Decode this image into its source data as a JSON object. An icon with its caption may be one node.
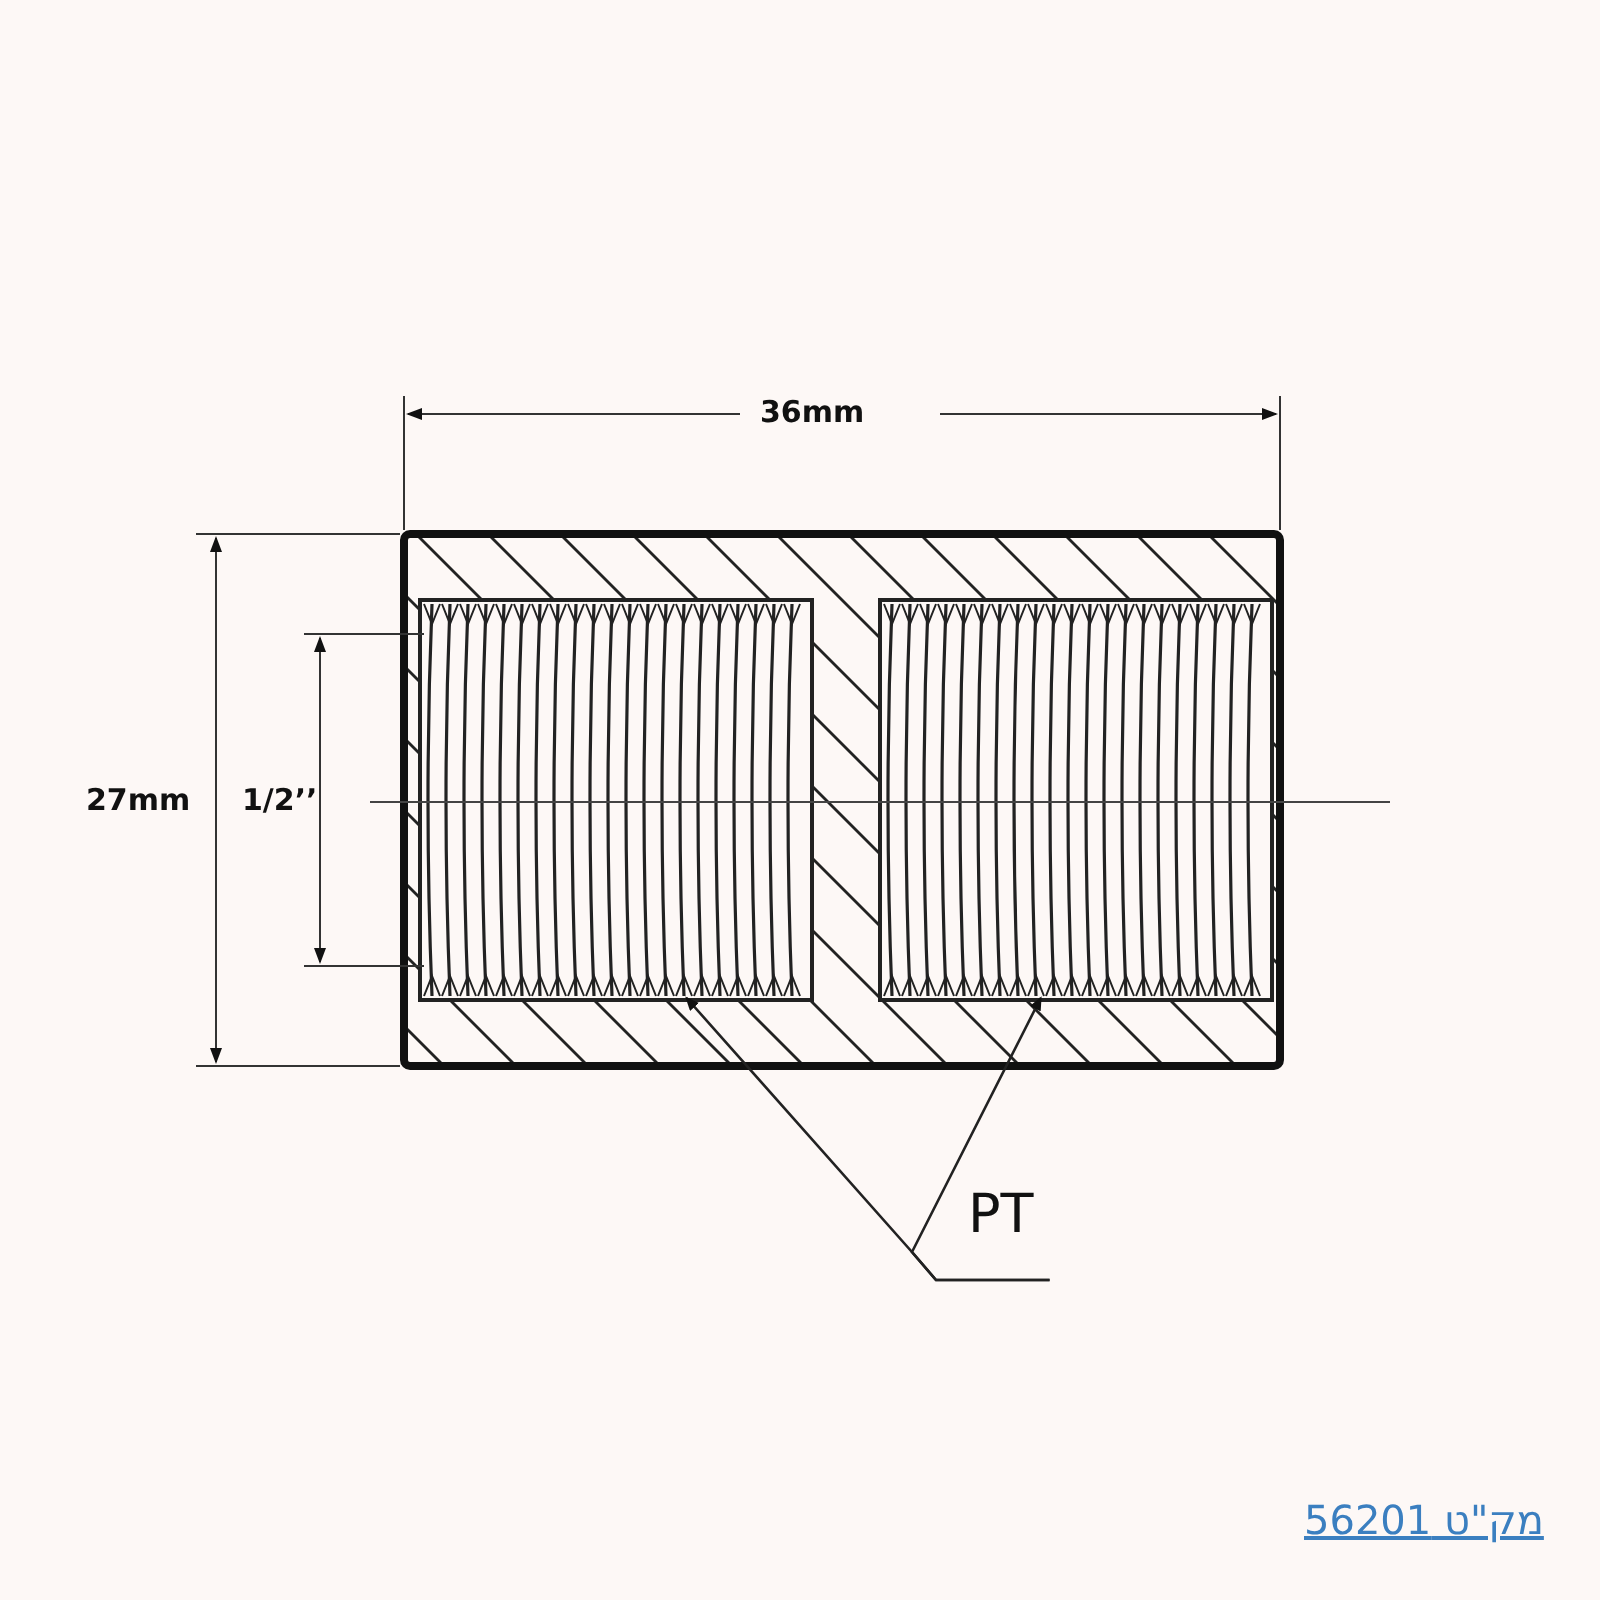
{
  "diagram": {
    "nodes": [
      {
        "text": [
          "PT"
        ]
      },
      {
        "text": [],
        "shape": "picture"
      },
      {
        "text": [],
        "shape": "picture"
      }
    ],
    "edges": [
      {
        "from": 0,
        "to": 1,
        "arrow": "to"
      },
      {
        "from": 0,
        "to": 2,
        "arrow": "to"
      }
    ],
    "labels": [
      "36mm",
      "27mm",
      "1/2’’",
      "מק\"ט 56201"
    ]
  }
}
